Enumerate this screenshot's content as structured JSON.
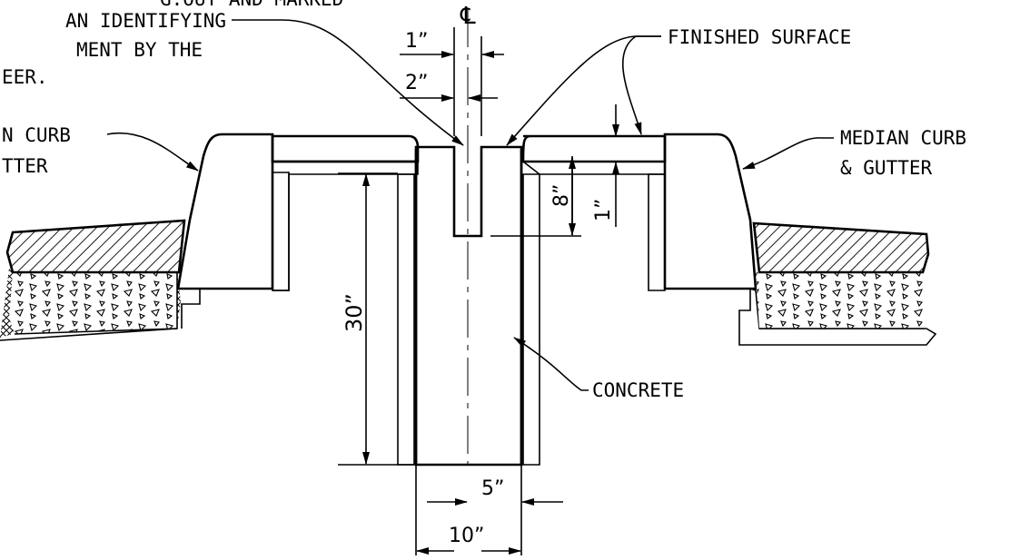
{
  "labels": {
    "note_line1": "G.OUT AND MARKED",
    "note_line2": "AN IDENTIFYING",
    "note_line3": "MENT BY THE",
    "note_line4": "EER.",
    "centerline_symbol": "℄",
    "finished_surface": "FINISHED SURFACE",
    "left_curb_line1": "N CURB",
    "left_curb_line2": "TTER",
    "right_curb_line1": "MEDIAN CURB",
    "right_curb_line2": "& GUTTER",
    "concrete": "CONCRETE"
  },
  "dimensions": {
    "slot_width": "1”",
    "slot_offset": "2”",
    "slot_depth": "8”",
    "cap_thickness": "1”",
    "wall_depth": "30”",
    "half_width": "5”",
    "full_width": "10”"
  }
}
